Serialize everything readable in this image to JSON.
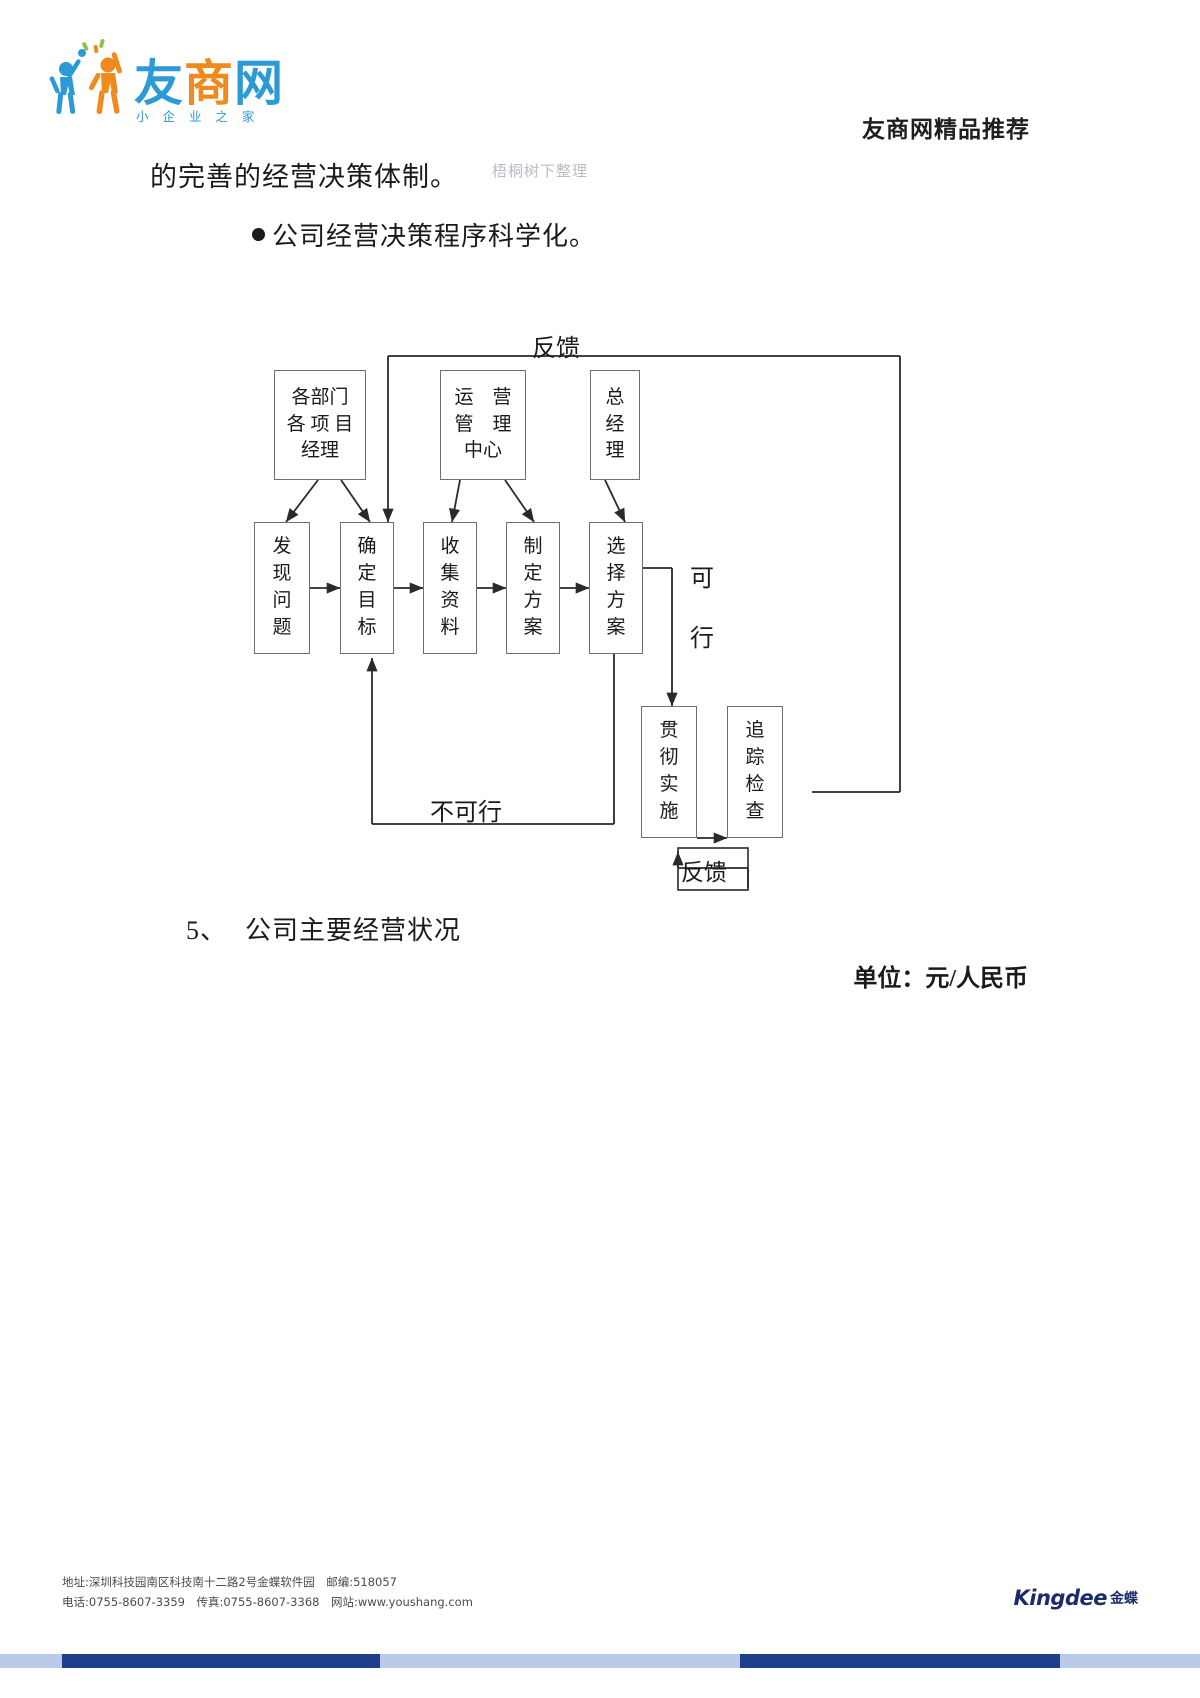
{
  "header": {
    "logo_main_text": "友商网",
    "logo_sub_text": "小 企 业 之 家",
    "logo_alt": "youshang-logo",
    "recommend_label": "友商网精品推荐"
  },
  "body": {
    "paragraph_line": "的完善的经营决策体制。",
    "watermark": "梧桐树下整理",
    "bullet_text": "公司经营决策程序科学化。"
  },
  "flowchart": {
    "title_feedback_top": "反馈",
    "top_boxes": [
      {
        "id": "dept-pm",
        "lines": [
          "各部门",
          "各 项 目",
          "经理"
        ]
      },
      {
        "id": "ops-center",
        "lines": [
          "运　营",
          "管　理",
          "中心"
        ]
      },
      {
        "id": "general-manager",
        "lines": [
          "总",
          "经",
          "理"
        ]
      }
    ],
    "process_boxes": [
      {
        "id": "find-problem",
        "lines": [
          "发",
          "现",
          "问",
          "题"
        ]
      },
      {
        "id": "set-goal",
        "lines": [
          "确",
          "定",
          "目",
          "标"
        ]
      },
      {
        "id": "collect-data",
        "lines": [
          "收",
          "集",
          "资",
          "料"
        ]
      },
      {
        "id": "make-plan",
        "lines": [
          "制",
          "定",
          "方",
          "案"
        ]
      },
      {
        "id": "choose-plan",
        "lines": [
          "选",
          "择",
          "方",
          "案"
        ]
      }
    ],
    "execution_boxes": [
      {
        "id": "implement",
        "lines": [
          "贯",
          "彻",
          "实",
          "施"
        ]
      },
      {
        "id": "track-check",
        "lines": [
          "追",
          "踪",
          "检",
          "查"
        ]
      }
    ],
    "labels": {
      "feasible_1": "可",
      "feasible_2": "行",
      "not_feasible": "不可行",
      "feedback_bottom": "反馈"
    }
  },
  "section": {
    "number": "5、",
    "heading": "公司主要经营状况",
    "unit_note": "单位：元/人民币"
  },
  "footer": {
    "address_line": "地址:深圳科技园南区科技南十二路2号金蝶软件园　邮编:518057",
    "contact_line": "电话:0755-8607-3359　传真:0755-8607-3368　网站:www.youshang.com",
    "kingdee_en": "Kingdee",
    "kingdee_cn": "金蝶"
  },
  "colors": {
    "logo_blue": "#2b9ad6",
    "logo_orange": "#f08a1c",
    "footer_bar": "#1d3f8c",
    "footer_bar_light": "#b9cbe8",
    "box_border": "#6c6f76",
    "watermark_gray": "#b9bcc4"
  }
}
